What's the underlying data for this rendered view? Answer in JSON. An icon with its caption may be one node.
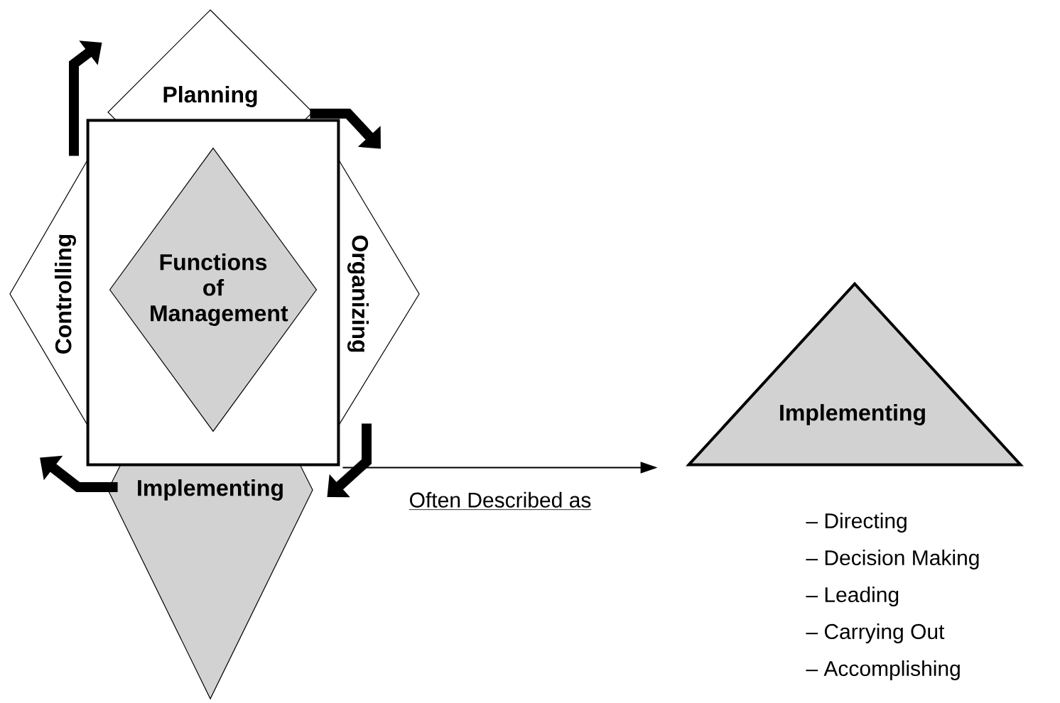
{
  "diagram": {
    "nodes": [
      {
        "text": [
          "Planning"
        ]
      },
      {
        "text": [
          "Controlling"
        ]
      },
      {
        "text": [
          "Organizing"
        ]
      },
      {
        "text": [],
        "shape": "box"
      },
      {
        "text": [
          "Functions of Management"
        ],
        "in": 3
      },
      {
        "text": [
          "Implementing"
        ]
      },
      {
        "text": [
          "Implementing"
        ]
      }
    ],
    "edges": [
      {
        "from": 1,
        "to": 0,
        "arrow": "to"
      },
      {
        "from": 0,
        "to": 2,
        "arrow": "to"
      },
      {
        "from": 2,
        "to": 5,
        "arrow": "to"
      },
      {
        "from": 5,
        "to": 1,
        "arrow": "to"
      },
      {
        "from": 3,
        "to": 6,
        "arrow": "to",
        "label": "Often Described as"
      }
    ],
    "labels": [
      "– Directing",
      "– Decision Making",
      "– Leading",
      "– Carrying Out",
      "– Accomplishing"
    ]
  }
}
